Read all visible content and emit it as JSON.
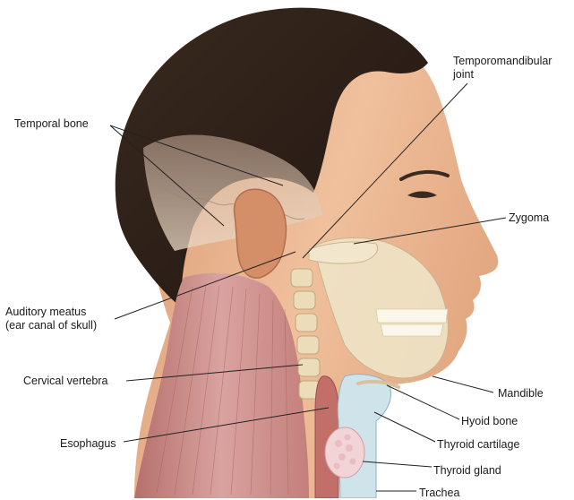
{
  "labels": {
    "temporal_bone": "Temporal bone",
    "tmj_line1": "Temporomandibular",
    "tmj_line2": "joint",
    "zygoma": "Zygoma",
    "auditory_line1": "Auditory meatus",
    "auditory_line2": "(ear canal of skull)",
    "cervical_vertebra": "Cervical vertebra",
    "mandible": "Mandible",
    "hyoid_bone": "Hyoid bone",
    "esophagus": "Esophagus",
    "thyroid_cartilage": "Thyroid cartilage",
    "thyroid_gland": "Thyroid gland",
    "trachea": "Trachea"
  },
  "colors": {
    "skin": "#e8b48f",
    "hair": "#2e2018",
    "bone": "#efe3c6",
    "muscle": "#c98a86",
    "cartilage": "#cfe3ea",
    "leader_line": "#222222"
  }
}
